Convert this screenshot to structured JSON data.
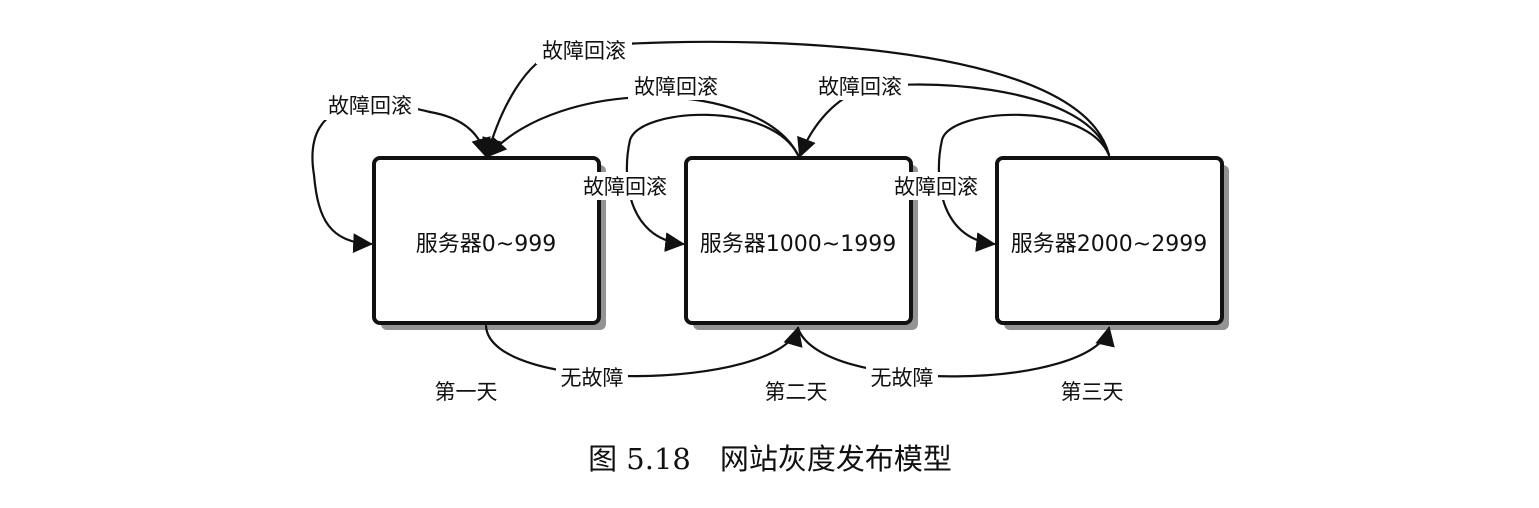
{
  "nodes": [
    {
      "id": "n1",
      "label": "服务器0~999"
    },
    {
      "id": "n2",
      "label": "服务器1000~1999"
    },
    {
      "id": "n3",
      "label": "服务器2000~2999"
    }
  ],
  "edge_labels": {
    "rollback": "故障回滚",
    "no_fault": "无故障"
  },
  "day_labels": [
    "第一天",
    "第二天",
    "第三天"
  ],
  "caption": "图 5.18　网站灰度发布模型",
  "colors": {
    "line": "#111111",
    "shadow": "#6f6f6f",
    "background": "#ffffff"
  }
}
